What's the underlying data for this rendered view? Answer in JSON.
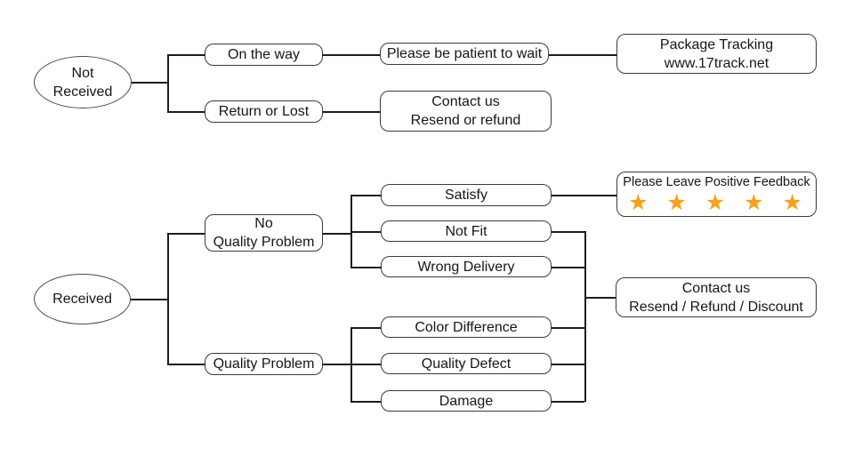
{
  "diagram": {
    "background_color": "#ffffff",
    "line_color": "#1c1c1c",
    "border_color": "#3b3b3b",
    "star_color": "#F7A11C",
    "nodes": {
      "not_received": {
        "line1": "Not",
        "line2": "Received"
      },
      "on_the_way": {
        "label": "On the way"
      },
      "please_wait": {
        "label": "Please be patient to wait"
      },
      "package_tracking": {
        "line1": "Package Tracking",
        "line2": "www.17track.net"
      },
      "return_or_lost": {
        "label": "Return or Lost"
      },
      "contact_resend_refund": {
        "line1": "Contact us",
        "line2": "Resend or refund"
      },
      "received": {
        "label": "Received"
      },
      "no_quality_problem": {
        "line1": "No",
        "line2": "Quality Problem"
      },
      "quality_problem": {
        "label": "Quality Problem"
      },
      "satisfy": {
        "label": "Satisfy"
      },
      "not_fit": {
        "label": "Not Fit"
      },
      "wrong_delivery": {
        "label": "Wrong Delivery"
      },
      "color_difference": {
        "label": "Color Difference"
      },
      "quality_defect": {
        "label": "Quality Defect"
      },
      "damage": {
        "label": "Damage"
      },
      "positive_feedback": {
        "label": "Please Leave Positive Feedback",
        "stars": "★ ★ ★ ★ ★",
        "star_count": 5
      },
      "contact_rrd": {
        "line1": "Contact us",
        "line2": "Resend / Refund / Discount"
      }
    },
    "edges": [
      {
        "from": "not_received",
        "to": "on_the_way"
      },
      {
        "from": "not_received",
        "to": "return_or_lost"
      },
      {
        "from": "on_the_way",
        "to": "please_wait"
      },
      {
        "from": "please_wait",
        "to": "package_tracking"
      },
      {
        "from": "return_or_lost",
        "to": "contact_resend_refund"
      },
      {
        "from": "received",
        "to": "no_quality_problem"
      },
      {
        "from": "received",
        "to": "quality_problem"
      },
      {
        "from": "no_quality_problem",
        "to": "satisfy"
      },
      {
        "from": "no_quality_problem",
        "to": "not_fit"
      },
      {
        "from": "no_quality_problem",
        "to": "wrong_delivery"
      },
      {
        "from": "quality_problem",
        "to": "color_difference"
      },
      {
        "from": "quality_problem",
        "to": "quality_defect"
      },
      {
        "from": "quality_problem",
        "to": "damage"
      },
      {
        "from": "satisfy",
        "to": "positive_feedback"
      },
      {
        "from": "not_fit",
        "to": "contact_rrd"
      },
      {
        "from": "wrong_delivery",
        "to": "contact_rrd"
      },
      {
        "from": "color_difference",
        "to": "contact_rrd"
      },
      {
        "from": "quality_defect",
        "to": "contact_rrd"
      },
      {
        "from": "damage",
        "to": "contact_rrd"
      }
    ]
  }
}
